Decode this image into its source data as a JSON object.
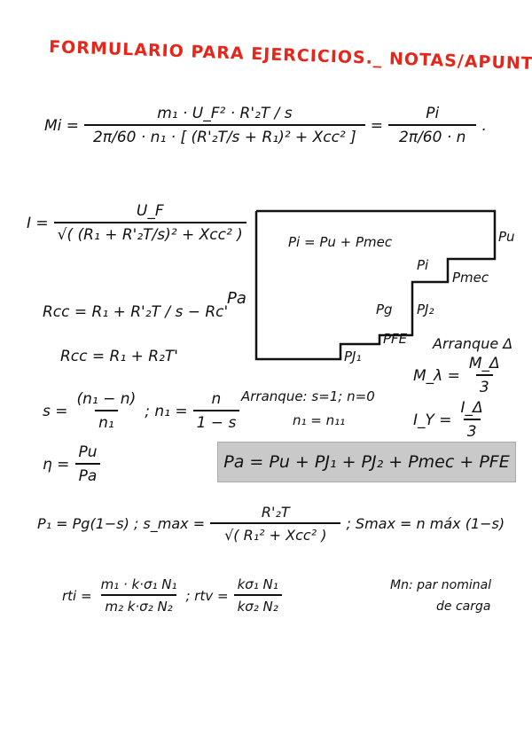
{
  "title": "FORMULARIO PARA EJERCICIOS._ NOTAS/APUNTES",
  "formulas": {
    "mi": {
      "lhs": "Mi =",
      "num": "m₁ · U_F² · R'₂T / s",
      "den": "2π/60 · n₁ · [ (R'₂T/s + R₁)² + Xcc² ]",
      "eq": "=",
      "num2": "Pi",
      "den2": "2π/60 · n",
      "end": "."
    },
    "i": {
      "lhs": "I =",
      "num": "U_F",
      "den": "√( (R₁ + R'₂T/s)² + Xcc² )"
    },
    "rcc1": {
      "text": "Rcc = R₁ + R'₂T / s − Rc'"
    },
    "rcc2": {
      "text": "Rcc = R₁ + R₂T'"
    },
    "s": {
      "lhs": "s =",
      "num": "(n₁ − n)",
      "den": "n₁",
      "sep": "; n₁ =",
      "num2": "n",
      "den2": "1 − s"
    },
    "eta": {
      "lhs": "η =",
      "num": "Pu",
      "den": "Pa"
    },
    "arranque": {
      "line1": "Arranque: s=1; n=0",
      "line2": "n₁ = n₁₁"
    },
    "arranque_delta": {
      "title": "Arranque Δ",
      "m_lhs": "M_λ =",
      "m_num": "M_Δ",
      "m_den": "3",
      "i_lhs": "I_Y =",
      "i_num": "I_Δ",
      "i_den": "3"
    },
    "pa_box": "Pa = Pu + PJ₁ + PJ₂ + Pmec + PFE",
    "p1": {
      "text": "P₁ = Pg(1−s) ; s_max =",
      "num": "R'₂T",
      "den": "√( R₁² + Xcc² )",
      "tail": "; Smax = n máx (1−s)"
    },
    "rt": {
      "lhs": "rti =",
      "num": "m₁ · k·σ₁ N₁",
      "den": "m₂ k·σ₂ N₂",
      "sep": "; rtv =",
      "num2": "kσ₁ N₁",
      "den2": "kσ₂ N₂"
    },
    "note": {
      "line1": "Mn: par nominal",
      "line2": "de carga"
    }
  },
  "diagram": {
    "pi_eq": "Pi = Pu + Pmec",
    "labels": {
      "pa": "Pa",
      "pu": "Pu",
      "pmec": "Pmec",
      "pi": "Pi",
      "pj2": "PJ₂",
      "pg": "Pg",
      "pfe": "PFE",
      "pj1": "PJ₁"
    }
  },
  "colors": {
    "title": "#e4261b",
    "box": "#c9c9c9"
  }
}
